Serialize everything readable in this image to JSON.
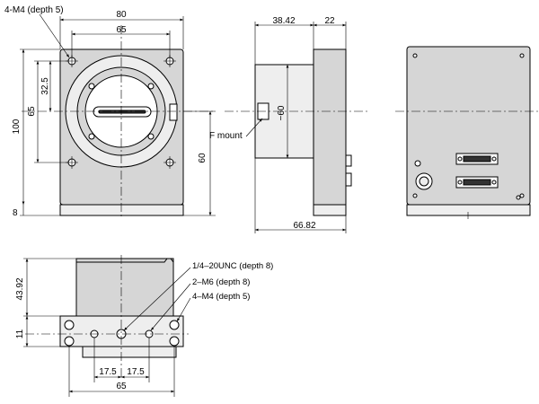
{
  "front_view": {
    "callout_holes": "4-M4 (depth 5)",
    "dim_width_outer": "80",
    "dim_width_holes": "65",
    "dim_height_total": "100",
    "dim_height_holes": "65",
    "dim_half_holes": "32.5",
    "dim_center_height": "60",
    "dim_base": "8"
  },
  "side_view": {
    "dim_left_depth": "38.42",
    "dim_right_depth": "22",
    "dim_total_depth": "66.82",
    "dim_diameter": "−60",
    "mount_label": "F mount"
  },
  "bottom_view": {
    "dim_height": "43.92",
    "dim_base_height": "11",
    "dim_spacing_left": "17.5",
    "dim_spacing_right": "17.5",
    "dim_width": "65",
    "callout_tripod": "1/4–20UNC (depth 8)",
    "callout_m6": "2–M6 (depth 8)",
    "callout_m4": "4–M4 (depth 5)"
  }
}
